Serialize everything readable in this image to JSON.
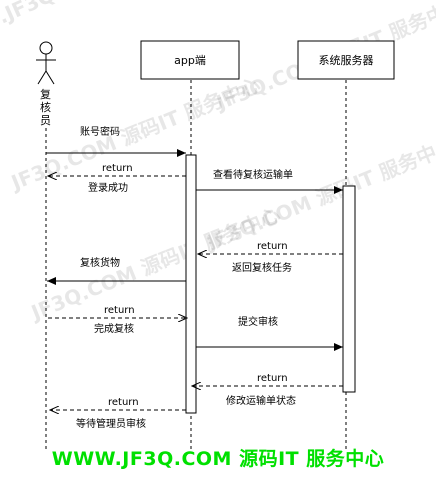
{
  "actor": {
    "name_lines": [
      "复",
      "核",
      "员"
    ]
  },
  "participants": {
    "app": "app端",
    "server": "系统服务器"
  },
  "messages": [
    {
      "id": "m1",
      "label": "账号密码"
    },
    {
      "id": "m2",
      "label": "return"
    },
    {
      "id": "m3",
      "label": "登录成功"
    },
    {
      "id": "m4",
      "label": "查看待复核运输单"
    },
    {
      "id": "m5",
      "label": "return"
    },
    {
      "id": "m6",
      "label": "返回复核任务"
    },
    {
      "id": "m7",
      "label": "复核货物"
    },
    {
      "id": "m8",
      "label": "return"
    },
    {
      "id": "m9",
      "label": "完成复核"
    },
    {
      "id": "m10",
      "label": "提交审核"
    },
    {
      "id": "m11",
      "label": "return"
    },
    {
      "id": "m12",
      "label": "修改运输单状态"
    },
    {
      "id": "m13",
      "label": "return"
    },
    {
      "id": "m14",
      "label": "等待管理员审核"
    }
  ],
  "watermark": {
    "text": "JF3Q.COM 源码IT 服务中心",
    "corner": ".JF3Q"
  },
  "footer": {
    "text": "WWW.JF3Q.COM 源码IT 服务中心"
  }
}
